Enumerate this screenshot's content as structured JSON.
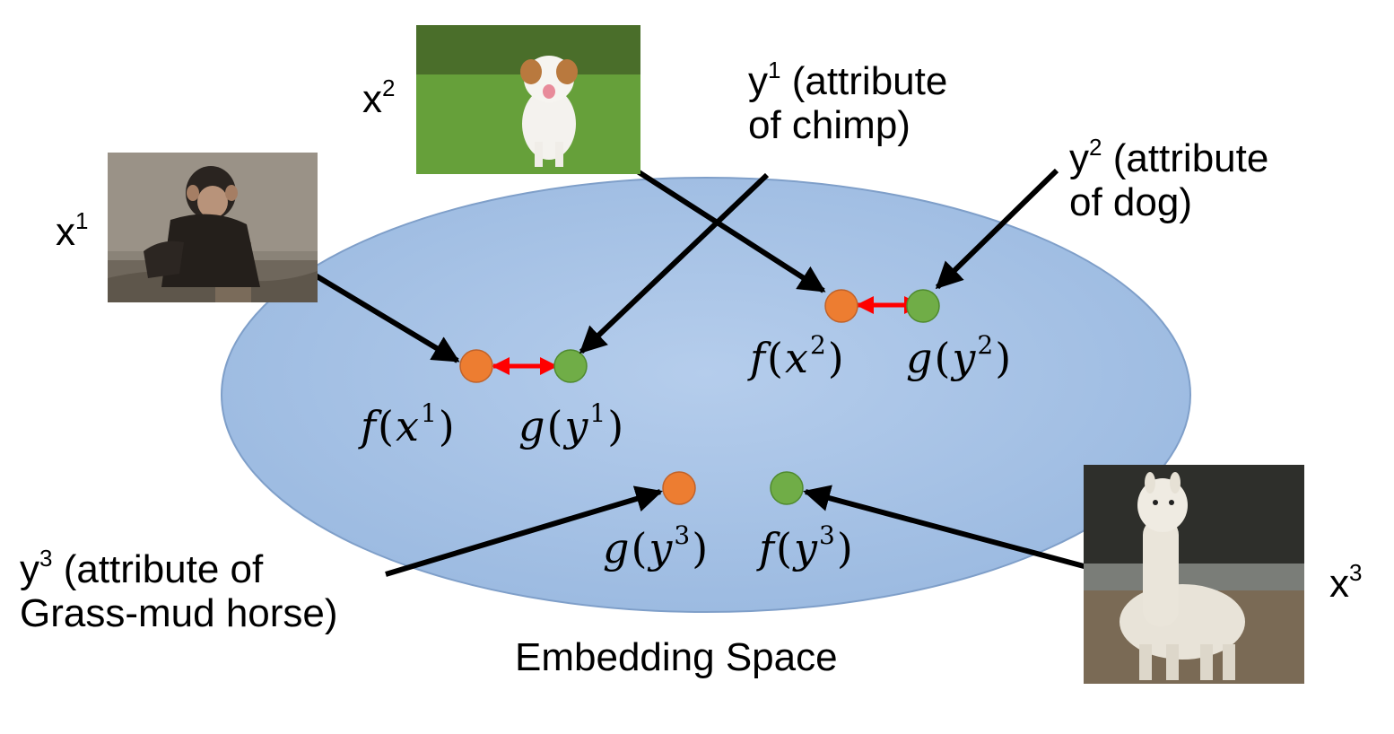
{
  "inputs": {
    "x1": {
      "base": "x",
      "sup": "1"
    },
    "x2": {
      "base": "x",
      "sup": "2"
    },
    "x3": {
      "base": "x",
      "sup": "3"
    }
  },
  "attributes": {
    "y1": {
      "base": "y",
      "sup": "1",
      "line1": " (attribute",
      "line2": "of chimp)"
    },
    "y2": {
      "base": "y",
      "sup": "2",
      "line1": " (attribute",
      "line2": "of dog)"
    },
    "y3": {
      "base": "y",
      "sup": "3",
      "line1": " (attribute of",
      "line2": "Grass-mud horse)"
    }
  },
  "embeddings": {
    "fx1": {
      "fn": "f",
      "var": "x",
      "sup": "1"
    },
    "gy1": {
      "fn": "g",
      "var": "y",
      "sup": "1"
    },
    "fx2": {
      "fn": "f",
      "var": "x",
      "sup": "2"
    },
    "gy2": {
      "fn": "g",
      "var": "y",
      "sup": "2"
    },
    "gy3": {
      "fn": "g",
      "var": "y",
      "sup": "3"
    },
    "fy3": {
      "fn": "f",
      "var": "y",
      "sup": "3"
    }
  },
  "space_label": "Embedding Space",
  "colors": {
    "ellipse_fill": "#a9c4e6",
    "ellipse_stroke": "#7f9fc9",
    "image_point": "#ed7d31",
    "attribute_point": "#70ad47",
    "pair_arrow": "#ff0000",
    "mapping_arrow": "#000000"
  },
  "photos": {
    "chimp": "chimpanzee-photo",
    "dog": "dog-photo",
    "alpaca": "alpaca-photo"
  }
}
